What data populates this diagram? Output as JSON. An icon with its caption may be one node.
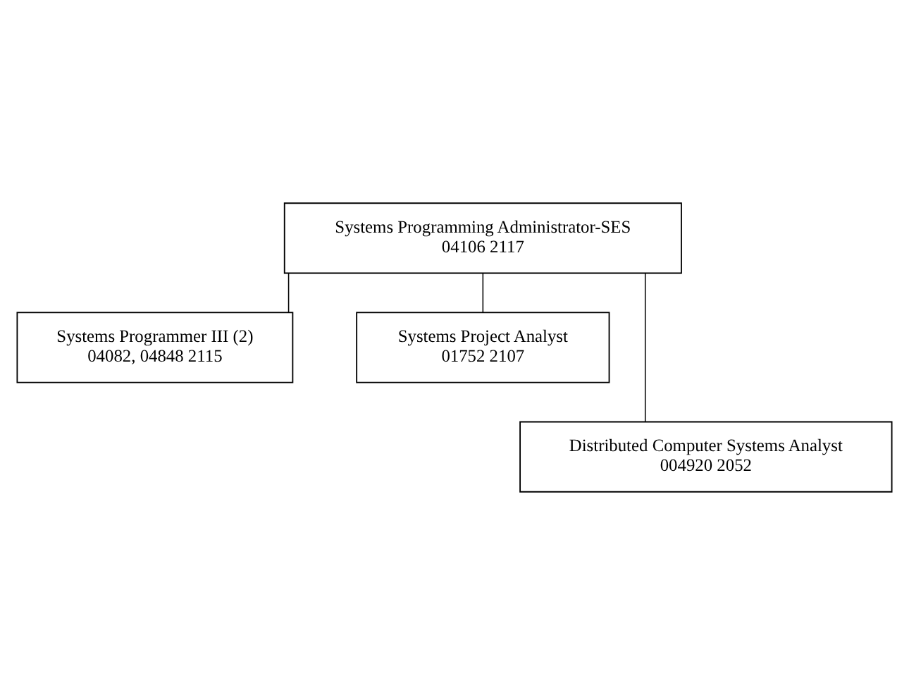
{
  "diagram": {
    "nodes": [
      {
        "text": [
          "Systems Programming Administrator-SES",
          "04106 2117"
        ]
      },
      {
        "text": [
          "Systems Programmer III (2)",
          "04082, 04848 2115"
        ]
      },
      {
        "text": [
          "Systems Project Analyst",
          "01752 2107"
        ]
      },
      {
        "text": [
          "Distributed Computer Systems Analyst",
          "004920 2052"
        ]
      }
    ],
    "edges": [
      {
        "from": 0,
        "to": 1,
        "arrow": "none"
      },
      {
        "from": 0,
        "to": 2,
        "arrow": "none"
      },
      {
        "from": 0,
        "to": 3,
        "arrow": "none"
      }
    ]
  }
}
